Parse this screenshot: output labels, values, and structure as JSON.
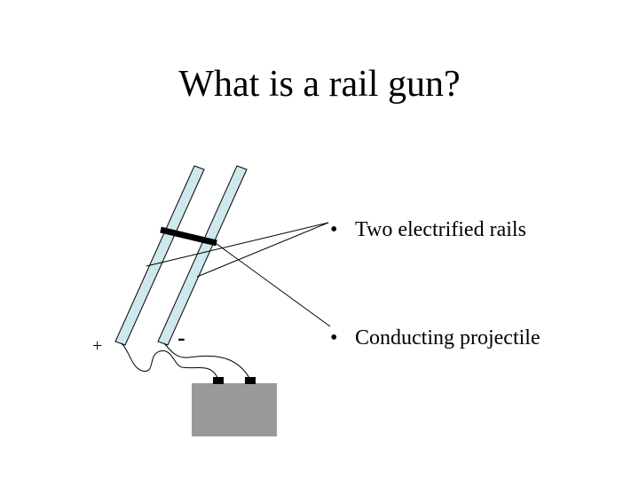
{
  "slide": {
    "title": "What is a rail gun?",
    "bullets": [
      "Two electrified rails",
      "Conducting projectile"
    ],
    "bullet_glyph": "•"
  },
  "diagram": {
    "rails": {
      "count": 2,
      "fill": "#cfe8ee",
      "stroke": "#000000"
    },
    "projectile": {
      "color": "#000000"
    },
    "battery": {
      "fill": "#999999",
      "terminal_color": "#000000"
    },
    "plus_label": "+",
    "minus_label": "-"
  }
}
